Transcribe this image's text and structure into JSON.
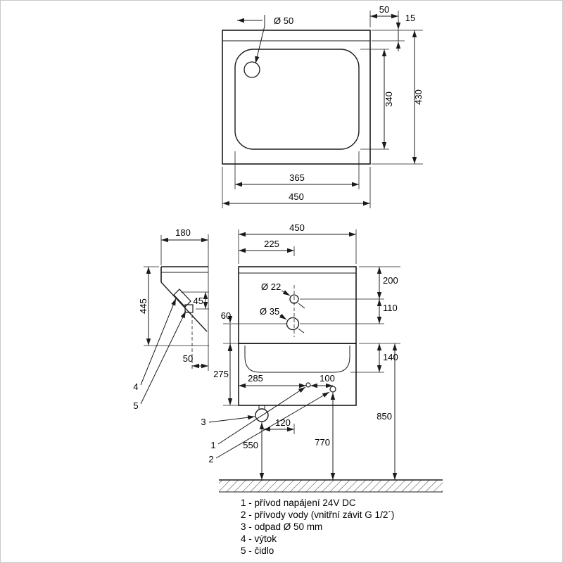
{
  "top_view": {
    "drain_dia": "Ø 50",
    "offset_50": "50",
    "flange_15": "15",
    "basin_depth": "340",
    "total_depth": "430",
    "basin_width": "365",
    "total_width": "450"
  },
  "front_view": {
    "total_width": "450",
    "center_225": "225",
    "hole_small": "Ø 22",
    "hole_large": "Ø 35",
    "gap_60": "60",
    "top_200": "200",
    "spacing_110": "110",
    "depth_140": "140",
    "apron_275": "275",
    "drain_285": "285",
    "supply_100": "100",
    "offset_120": "120",
    "h_550": "550",
    "h_770": "770",
    "h_850": "850"
  },
  "side_view": {
    "depth_180": "180",
    "height_445": "445",
    "spout_45": "45",
    "proj_50": "50"
  },
  "callouts": {
    "c1": "1",
    "c2": "2",
    "c3": "3",
    "c4": "4",
    "c5": "5"
  },
  "legend": {
    "items": [
      "1 - přívod napájení 24V DC",
      "2 - přívody vody (vnitřní závit G 1/2´)",
      "3 - odpad Ø 50 mm",
      "4 - výtok",
      "5 - čidlo"
    ]
  },
  "colors": {
    "line": "#1b1b1b",
    "background": "#ffffff"
  }
}
